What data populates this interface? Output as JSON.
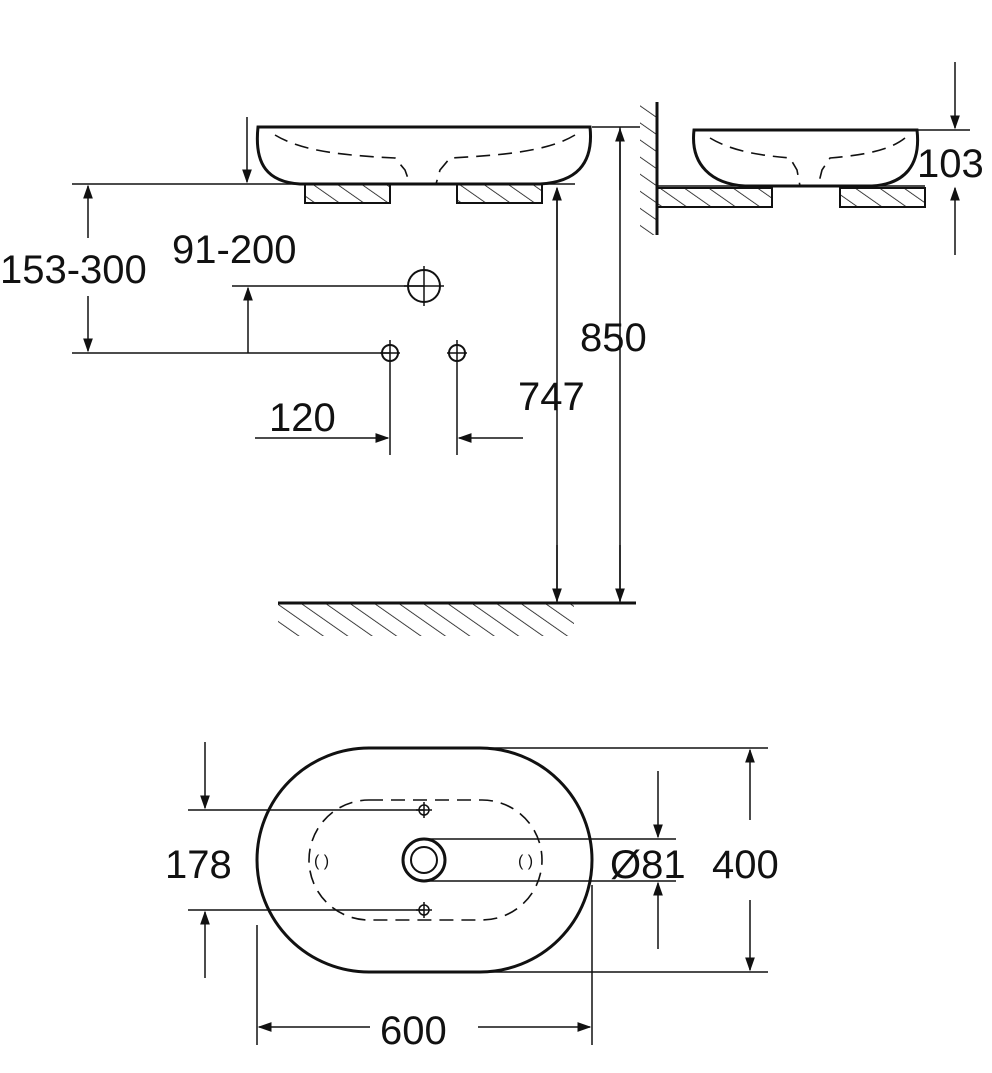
{
  "dimensions": {
    "faucet_hole_offset": "91-200",
    "mount_range": "153-300",
    "inlet_spacing": "120",
    "height_total": "850",
    "height_inner": "747",
    "basin_height": "103",
    "inner_width": "178",
    "drain_diameter": "Ø81",
    "depth": "400",
    "width": "600"
  },
  "colors": {
    "line": "#111111",
    "background": "#ffffff"
  }
}
